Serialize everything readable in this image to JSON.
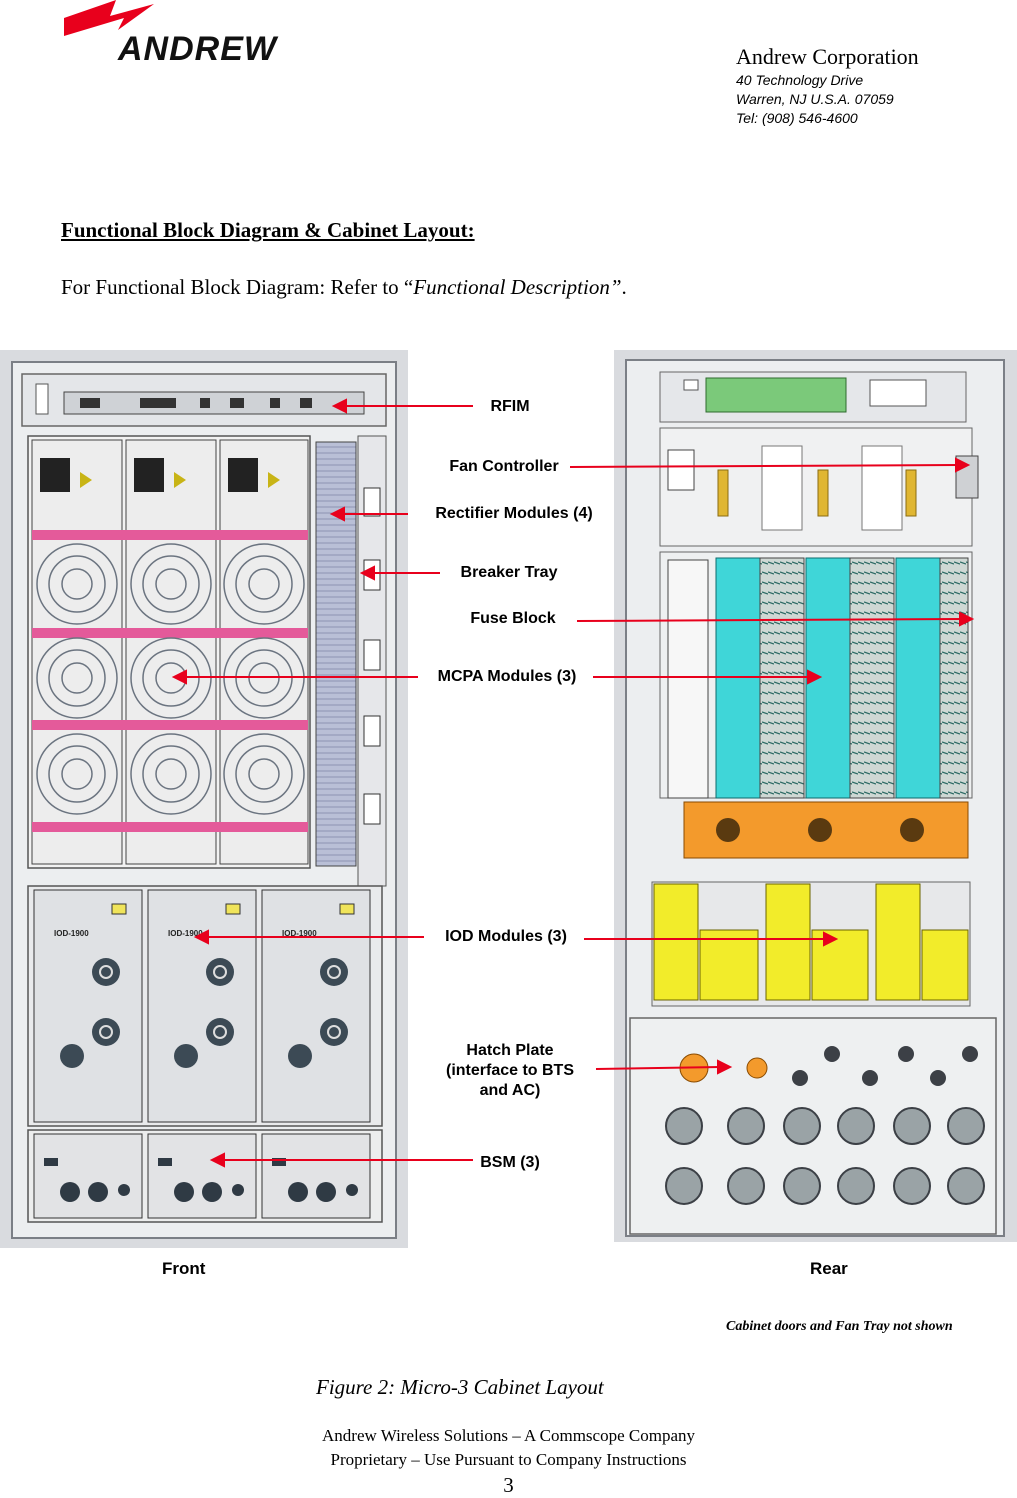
{
  "header": {
    "logo_text": "ANDREW",
    "company_name": "Andrew Corporation",
    "address_line1": "40 Technology Drive",
    "address_line2": "Warren, NJ  U.S.A. 07059",
    "phone": "Tel: (908) 546-4600"
  },
  "section": {
    "title": "Functional Block Diagram & Cabinet Layout:",
    "reference_prefix": "For Functional Block Diagram: Refer to “",
    "reference_italic": "Functional Description”",
    "reference_suffix": "."
  },
  "diagram": {
    "callouts": {
      "rfim": "RFIM",
      "fan_controller": "Fan Controller",
      "rectifier_modules": "Rectifier Modules (4)",
      "breaker_tray": "Breaker Tray",
      "fuse_block": "Fuse Block",
      "mcpa_modules": "MCPA Modules (3)",
      "iod_modules": "IOD Modules (3)",
      "hatch_plate_line1": "Hatch Plate",
      "hatch_plate_line2": "(interface to BTS",
      "hatch_plate_line3": "and AC)",
      "bsm": "BSM (3)"
    },
    "front_label": "Front",
    "rear_label": "Rear",
    "module_label": "IOD-1900",
    "note": "Cabinet doors and Fan Tray not shown",
    "colors": {
      "arrow": "#e8001c",
      "mcpa": "#3fd6d8",
      "rectifier_band": "#e45a9a",
      "busbar": "#f39a2c",
      "iod_bracket": "#f2ec2a"
    }
  },
  "figure_caption": "Figure 2:  Micro-3 Cabinet Layout",
  "footer": {
    "line1": "Andrew Wireless Solutions – A Commscope Company",
    "line2": "Proprietary – Use Pursuant to Company Instructions",
    "page_number": "3"
  }
}
